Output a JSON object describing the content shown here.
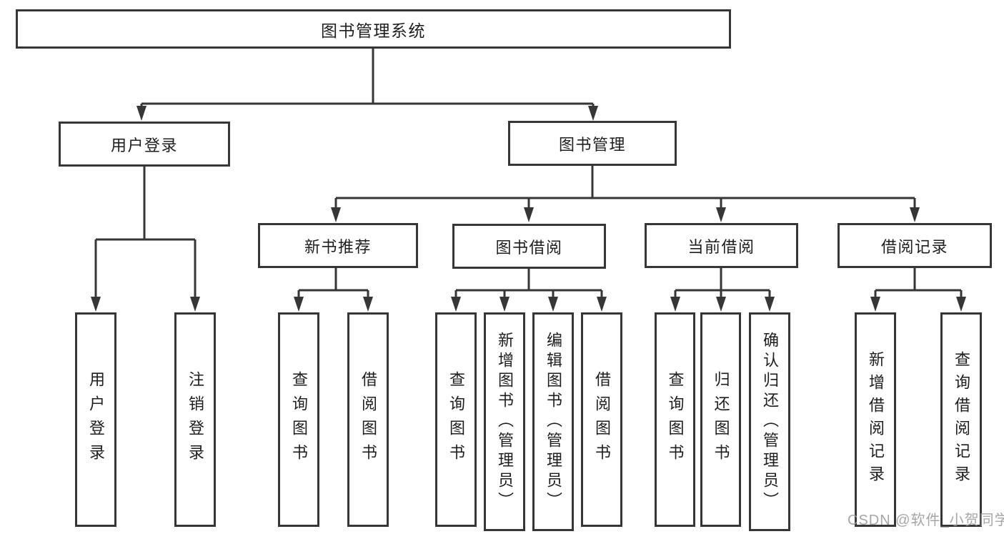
{
  "diagram": {
    "type": "function-structure-tree",
    "tree": {
      "label": "图书管理系统",
      "children": [
        {
          "label": "用户登录",
          "children": [
            {
              "label": "用户登录"
            },
            {
              "label": "注销登录"
            }
          ]
        },
        {
          "label": "图书管理",
          "children": [
            {
              "label": "新书推荐",
              "children": [
                {
                  "label": "查询图书"
                },
                {
                  "label": "借阅图书"
                }
              ]
            },
            {
              "label": "图书借阅",
              "children": [
                {
                  "label": "查询图书"
                },
                {
                  "label": "新增图书（管理员）"
                },
                {
                  "label": "编辑图书（管理员）"
                },
                {
                  "label": "借阅图书"
                }
              ]
            },
            {
              "label": "当前借阅",
              "children": [
                {
                  "label": "查询图书"
                },
                {
                  "label": "归还图书"
                },
                {
                  "label": "确认归还（管理员）"
                }
              ]
            },
            {
              "label": "借阅记录",
              "children": [
                {
                  "label": "新增借阅记录"
                },
                {
                  "label": "查询借阅记录"
                }
              ]
            }
          ]
        }
      ]
    },
    "watermark": "CSDN @软件_小贺同学",
    "colors": {
      "line": "#363636",
      "text": "#1e1e1e",
      "background": "#ffffff",
      "watermark": "#969696"
    }
  }
}
